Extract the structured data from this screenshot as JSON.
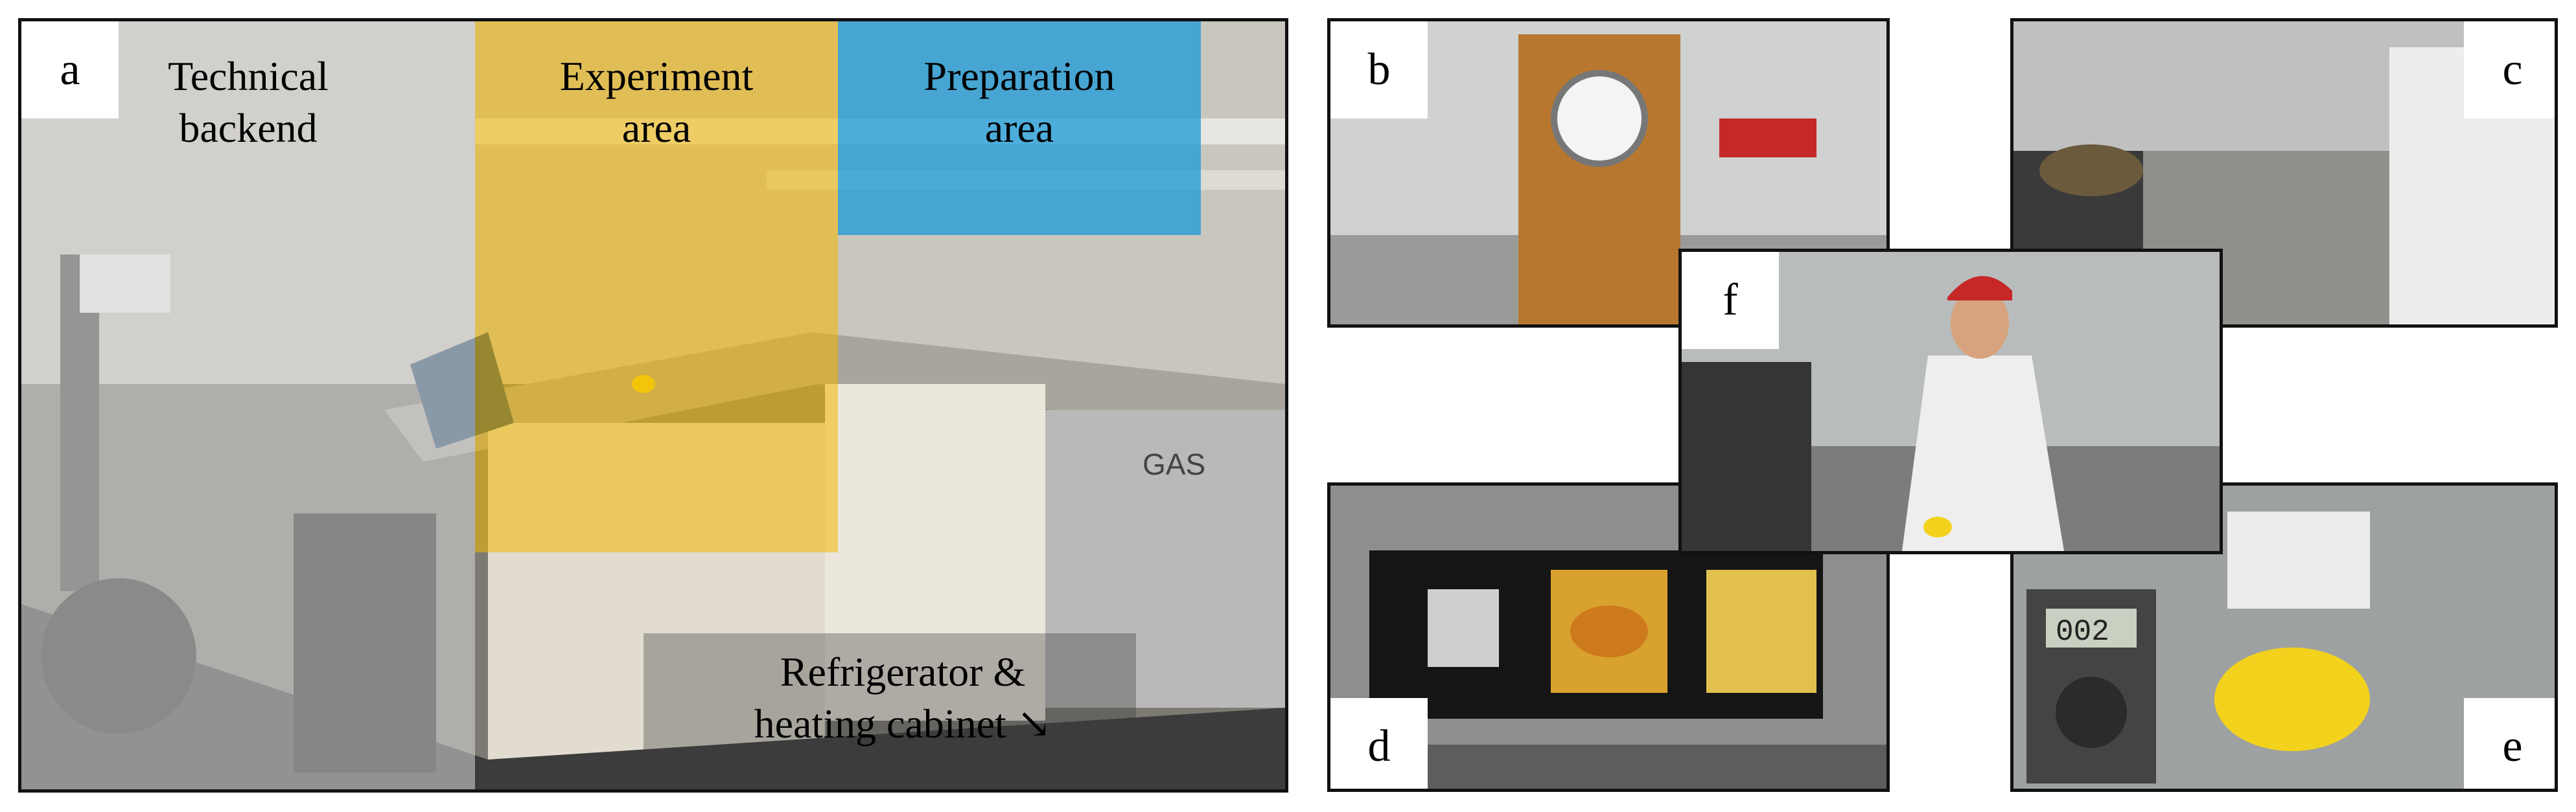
{
  "figure": {
    "panels": {
      "a": {
        "letter": "a",
        "description": "laboratory overview photo with four labelled zones"
      },
      "b": {
        "letter": "b"
      },
      "c": {
        "letter": "c"
      },
      "d": {
        "letter": "d"
      },
      "e": {
        "letter": "e"
      },
      "f": {
        "letter": "f"
      }
    },
    "zones": {
      "technical": {
        "label": "Technical\nbackend",
        "color": "#d9d9d9"
      },
      "experiment": {
        "label": "Experiment\narea",
        "color": "#f2b800"
      },
      "preparation": {
        "label": "Preparation\narea",
        "color": "#1a9ad9"
      },
      "refrigerator": {
        "label": "Refrigerator &\nheating cabinet ↘"
      }
    },
    "objects": {
      "gas_label": "GAS",
      "multimeter_display": "002"
    }
  }
}
